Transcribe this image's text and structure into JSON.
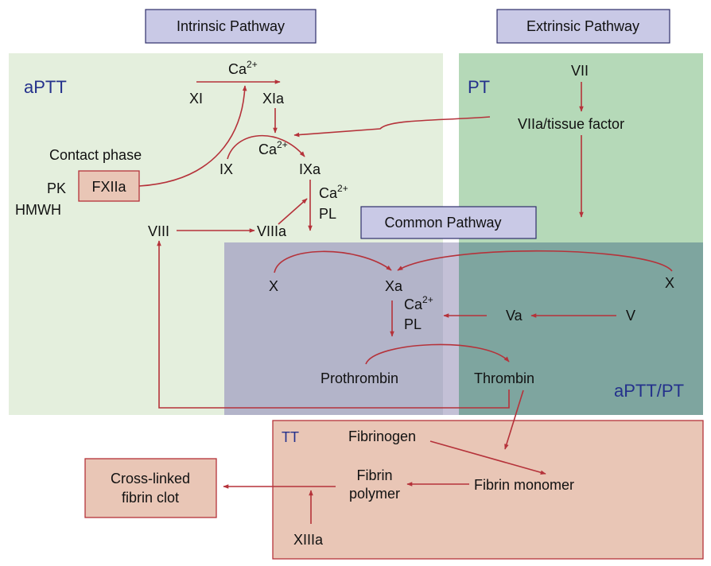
{
  "headers": {
    "intrinsic": "Intrinsic Pathway",
    "extrinsic": "Extrinsic Pathway",
    "common": "Common Pathway"
  },
  "tests": {
    "aptt": "aPTT",
    "pt": "PT",
    "aptt_pt": "aPTT/PT",
    "tt": "TT"
  },
  "intrinsic": {
    "ca_top_base": "Ca",
    "ca_top_sup": "2+",
    "xi": "XI",
    "xia": "XIa",
    "contact_phase": "Contact phase",
    "ca_mid_base": "Ca",
    "ca_mid_sup": "2+",
    "ix": "IX",
    "ixa": "IXa",
    "ca_ixa_base": "Ca",
    "ca_ixa_sup": "2+",
    "pl_ixa": "PL",
    "pk": "PK",
    "hmwh": "HMWH",
    "fxiia": "FXIIa",
    "viii": "VIII",
    "viiia": "VIIIa"
  },
  "extrinsic": {
    "vii": "VII",
    "viia_tf": "VIIa/tissue factor"
  },
  "common": {
    "x_left": "X",
    "xa": "Xa",
    "x_right": "X",
    "ca_xa_base": "Ca",
    "ca_xa_sup": "2+",
    "pl_xa": "PL",
    "va": "Va",
    "v": "V",
    "prothrombin": "Prothrombin",
    "thrombin": "Thrombin"
  },
  "tt_box": {
    "fibrinogen": "Fibrinogen",
    "fibrin_polymer_1": "Fibrin",
    "fibrin_polymer_2": "polymer",
    "fibrin_monomer": "Fibrin monomer",
    "xiiia": "XIIIa"
  },
  "clot": {
    "line1": "Cross-linked",
    "line2": "fibrin clot"
  },
  "colors": {
    "intrinsic_bg": "#e4efdd",
    "extrinsic_bg": "#b5d9b8",
    "common_bg": "#b3b4c9",
    "overlap_bg": "#7ea59f",
    "tt_bg": "#e9c6b6",
    "header_box": "#c9c9e6",
    "arrow": "#b5323a",
    "test_label": "#24318c"
  }
}
